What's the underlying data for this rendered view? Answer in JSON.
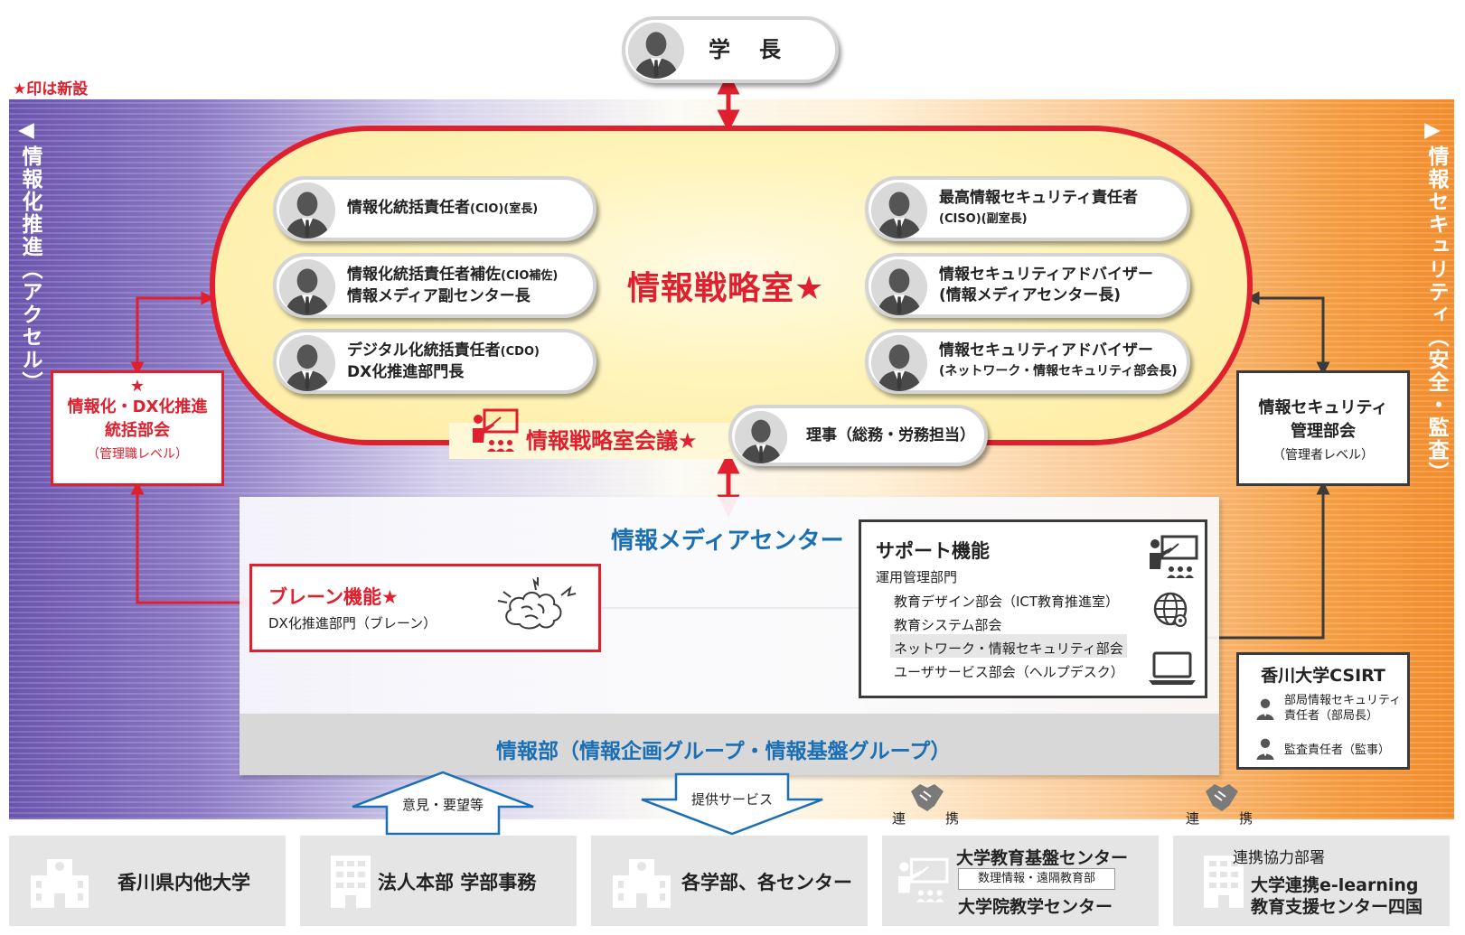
{
  "president": "学　長",
  "new_mark_note": "★印は新設",
  "left_side": {
    "arrow": "◀",
    "label": "情報化推進（アクセル）"
  },
  "right_side": {
    "arrow": "▶",
    "label": "情報セキュリティ（安全・監査）"
  },
  "strategy_office": {
    "title": "情報戦略室★",
    "members_left": [
      {
        "line1": "情報化統括責任者",
        "line1_small": "(CIO)(室長)",
        "line2": ""
      },
      {
        "line1": "情報化統括責任者補佐",
        "line1_small": "(CIO補佐)",
        "line2": "情報メディア副センター長"
      },
      {
        "line1": "デジタル化統括責任者",
        "line1_small": "(CDO)",
        "line2": "DX化推進部門長"
      }
    ],
    "members_right": [
      {
        "line1": "最高情報セキュリティ責任者",
        "line2": "(CISO)(副室長)"
      },
      {
        "line1": "情報セキュリティアドバイザー",
        "line2": "(情報メディアセンター長)"
      },
      {
        "line1": "情報セキュリティアドバイザー",
        "line2": "(ネットワーク・情報セキュリティ部会長)"
      }
    ],
    "meeting": "情報戦略室会議★",
    "director": "理事（総務・労務担当）"
  },
  "dx_council": {
    "star": "★",
    "line1": "情報化・DX化推進",
    "line2": "統括部会",
    "line3": "（管理職レベル）"
  },
  "security_council": {
    "line1": "情報セキュリティ",
    "line2": "管理部会",
    "line3": "（管理者レベル）"
  },
  "media_center": {
    "title": "情報メディアセンター",
    "brain": {
      "title": "ブレーン機能★",
      "sub": "DX化推進部門（ブレーン）"
    },
    "support": {
      "title": "サポート機能",
      "dept": "運用管理部門",
      "items": [
        "教育デザイン部会（ICT教育推進室）",
        "教育システム部会",
        "ネットワーク・情報セキュリティ部会",
        "ユーザサービス部会（ヘルプデスク）"
      ]
    }
  },
  "info_dept": "情報部（情報企画グループ・情報基盤グループ）",
  "csirt": {
    "title": "香川大学CSIRT",
    "member1_l1": "部局情報セキュリティ",
    "member1_l2": "責任者（部局長）",
    "member2": "監査責任者（監事）"
  },
  "arrows": {
    "up_label": "意見・要望等",
    "down_label": "提供サービス",
    "collab": "連",
    "collab2": "携"
  },
  "bottom": [
    {
      "text": "香川県内他大学"
    },
    {
      "text": "法人本部 学部事務"
    },
    {
      "text": "各学部、各センター"
    },
    {
      "line1": "大学教育基盤センター",
      "sub": "数理情報・遠隔教育部",
      "line2": "大学院教学センター"
    },
    {
      "top": "連携協力部署",
      "line1": "大学連携e-learning",
      "line2": "教育支援センター四国"
    }
  ],
  "colors": {
    "red": "#e0202e",
    "blue": "#1a6fb5",
    "dark": "#3b3b3b"
  }
}
